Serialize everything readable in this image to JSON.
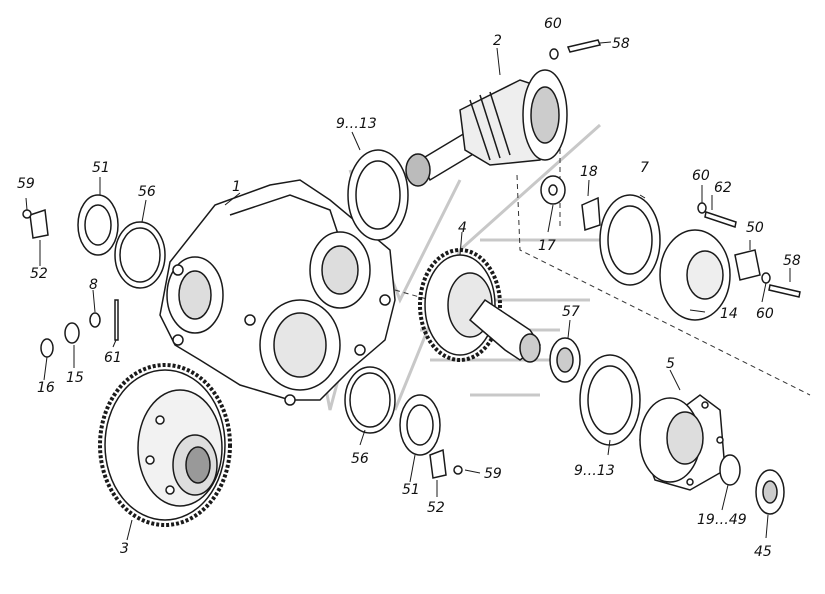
{
  "labels": {
    "l1": "1",
    "l2": "2",
    "l3": "3",
    "l4": "4",
    "l5": "5",
    "l7": "7",
    "l8": "8",
    "l9_13_top": "9…13",
    "l9_13_bottom": "9…13",
    "l14": "14",
    "l15": "15",
    "l16": "16",
    "l17": "17",
    "l18": "18",
    "l19_49": "19…49",
    "l45": "45",
    "l50": "50",
    "l51_top": "51",
    "l51_bottom": "51",
    "l52_left": "52",
    "l52_bottom": "52",
    "l56_top": "56",
    "l56_bottom": "56",
    "l57": "57",
    "l58_top": "58",
    "l58_right": "58",
    "l59_left": "59",
    "l59_bottom": "59",
    "l60_top": "60",
    "l60_mid": "60",
    "l60_right": "60",
    "l61": "61",
    "l62": "62"
  },
  "colors": {
    "line": "#1a1a1a",
    "watermark": "#c8c8c8",
    "part_fill": "#ffffff",
    "shade": "#8a8a8a"
  }
}
